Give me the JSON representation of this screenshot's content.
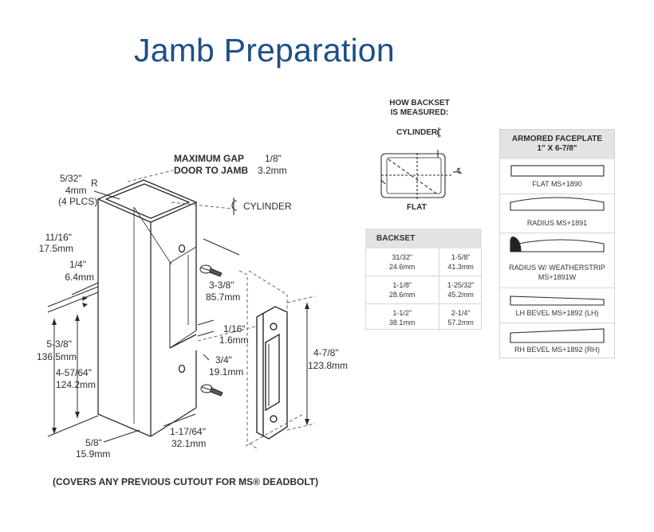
{
  "title": "Jamb Preparation",
  "gap": {
    "line1": "MAXIMUM GAP",
    "line2": "DOOR TO JAMB",
    "in": "1/8\"",
    "mm": "3.2mm"
  },
  "radius": {
    "in": "5/32\"",
    "r": "R",
    "mm": "4mm",
    "plcs": "(4 PLCS)"
  },
  "cylinder_label": "CYLINDER",
  "dims": {
    "d1_in": "11/16\"",
    "d1_mm": "17.5mm",
    "d2_in": "1/4\"",
    "d2_mm": "6.4mm",
    "d3_in": "3-3/8\"",
    "d3_mm": "85.7mm",
    "d4_in": "1/16\"",
    "d4_mm": "1.6mm",
    "d5_in": "5-3/8\"",
    "d5_mm": "136.5mm",
    "d6_in": "4-57/64\"",
    "d6_mm": "124.2mm",
    "d7_in": "3/4\"",
    "d7_mm": "19.1mm",
    "d8_in": "4-7/8\"",
    "d8_mm": "123.8mm",
    "d9_in": "5/8\"",
    "d9_mm": "15.9mm",
    "d10_in": "1-17/64\"",
    "d10_mm": "32.1mm"
  },
  "footnote": "(COVERS ANY PREVIOUS CUTOUT FOR MS® DEADBOLT)",
  "backset_diagram": {
    "heading1": "HOW BACKSET",
    "heading2": "IS MEASURED:",
    "cylinder": "CYLINDER",
    "flat": "FLAT",
    "cl_symbol": "℄"
  },
  "backset_table": {
    "header": "BACKSET",
    "rows": [
      {
        "a_in": "31/32\"",
        "a_mm": "24.6mm",
        "b_in": "1-5/8\"",
        "b_mm": "41.3mm"
      },
      {
        "a_in": "1-1/8\"",
        "a_mm": "28.6mm",
        "b_in": "1-25/32\"",
        "b_mm": "45.2mm"
      },
      {
        "a_in": "1-1/2\"",
        "a_mm": "38.1mm",
        "b_in": "2-1/4\"",
        "b_mm": "57.2mm"
      }
    ]
  },
  "faceplate": {
    "header1": "ARMORED FACEPLATE",
    "header2": "1\" X 6-7/8\"",
    "items": [
      {
        "label": "FLAT MS+1890"
      },
      {
        "label": "RADIUS MS+1891"
      },
      {
        "label": "RADIUS W/ WEATHERSTRIP",
        "label2": "MS+1891W"
      },
      {
        "label": "LH BEVEL MS+1892 (LH)"
      },
      {
        "label": "RH BEVEL MS+1892 (RH)"
      }
    ]
  }
}
